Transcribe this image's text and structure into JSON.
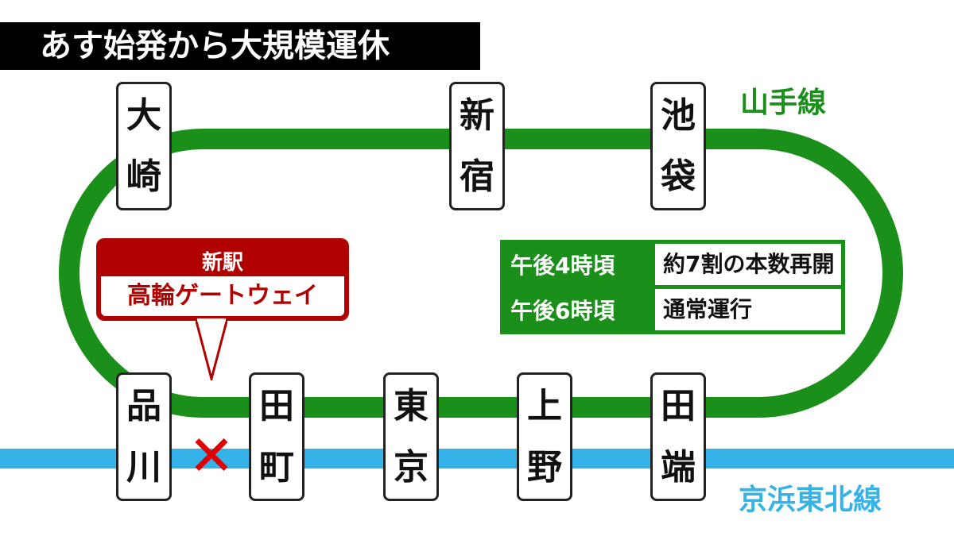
{
  "title": "あす始発から大規模運休",
  "lines": {
    "yamanote": {
      "name": "山手線",
      "color": "#1a8f1a"
    },
    "keihin_tohoku": {
      "name": "京浜東北線",
      "color": "#35b3e8"
    }
  },
  "stations": {
    "osaki": [
      "大",
      "崎"
    ],
    "shinjuku": [
      "新",
      "宿"
    ],
    "ikebukuro": [
      "池",
      "袋"
    ],
    "shinagawa": [
      "品",
      "川"
    ],
    "tamachi": [
      "田",
      "町"
    ],
    "tokyo": [
      "東",
      "京"
    ],
    "ueno": [
      "上",
      "野"
    ],
    "tabata": [
      "田",
      "端"
    ]
  },
  "new_station": {
    "label": "新駅",
    "name": "高輪ゲートウェイ",
    "color": "#b10000"
  },
  "suspension_mark": "✕",
  "schedule": [
    {
      "time": "午後4時頃",
      "status": "約7割の本数再開"
    },
    {
      "time": "午後6時頃",
      "status": "通常運行"
    }
  ]
}
